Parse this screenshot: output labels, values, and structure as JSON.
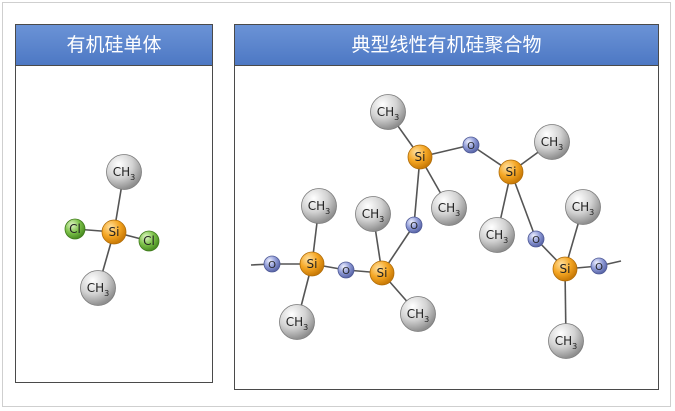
{
  "panels": {
    "left": {
      "title": "有机硅单体"
    },
    "right": {
      "title": "典型线性有机硅聚合物"
    }
  },
  "labels": {
    "si": "Si",
    "cl": "Cl",
    "o": "O",
    "ch": "CH",
    "sub3": "3"
  },
  "colors": {
    "header": "#5a84cc",
    "si": "#f5a623",
    "cl": "#7dc24a",
    "o": "#8e9ad6",
    "ch3": "#c8c8c8",
    "bond": "#555555"
  }
}
